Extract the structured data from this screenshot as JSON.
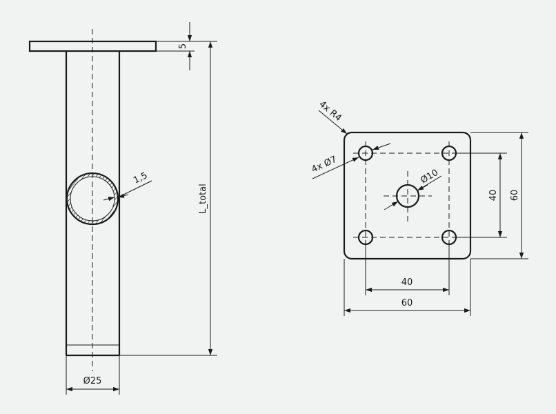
{
  "side_view": {
    "flange_thickness": "5",
    "total_length": "L_total",
    "wall_thickness": "1,5",
    "tube_diameter": "Ø25"
  },
  "top_view": {
    "corner_radius": "4x R4",
    "hole_callout": "4x Ø7",
    "center_hole": "Ø10",
    "hole_spacing_v": "40",
    "plate_height": "60",
    "hole_spacing_h": "40",
    "plate_width": "60"
  }
}
